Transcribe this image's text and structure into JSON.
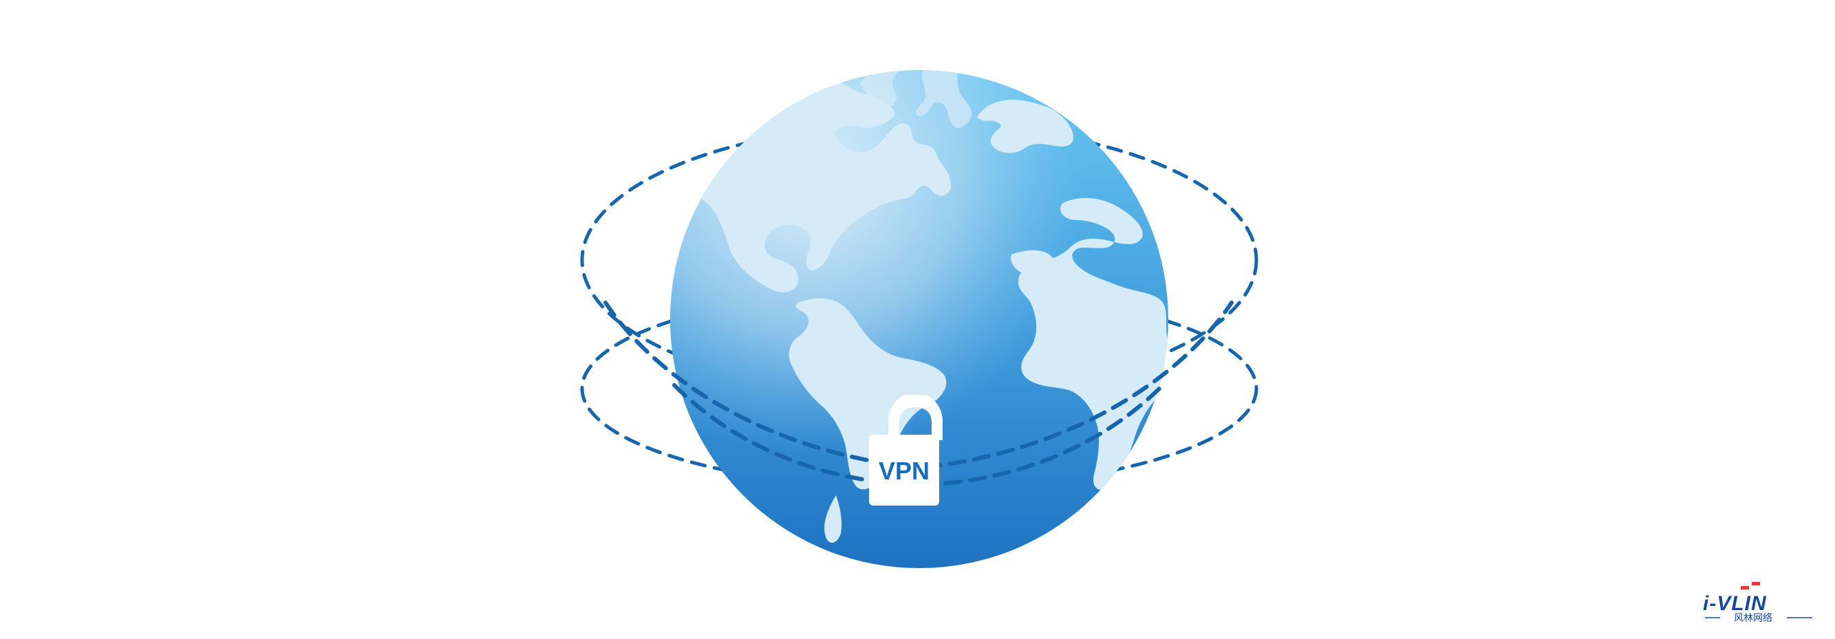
{
  "lock": {
    "label": "VPN"
  },
  "brand": {
    "logo_text": "i-VLIN",
    "logo_subtext": "风林网络"
  },
  "icons": {
    "globe": "globe-icon",
    "lock": "padlock-icon",
    "orbit": "dashed-orbit"
  },
  "colors": {
    "background": "#ffffff",
    "globe_top": "#66c4f1",
    "globe_bottom": "#1f74c2",
    "land": "#d8ecf8",
    "orbit": "#1765ad",
    "lock": "#ffffff",
    "lock_text": "#1a6cbc",
    "brand": "#17489c"
  }
}
